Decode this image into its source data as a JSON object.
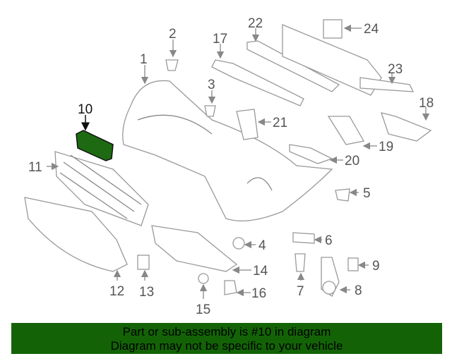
{
  "diagram": {
    "highlighted_part": "10",
    "highlight_color": "#1e6a12",
    "labels": [
      "1",
      "2",
      "3",
      "4",
      "5",
      "6",
      "7",
      "8",
      "9",
      "10",
      "11",
      "12",
      "13",
      "14",
      "15",
      "16",
      "17",
      "18",
      "19",
      "20",
      "21",
      "22",
      "23",
      "24"
    ]
  },
  "banner": {
    "line1": "Part or sub-assembly is #10 in diagram",
    "line2": "Diagram may not be specific to your vehicle",
    "background": "#136306"
  }
}
